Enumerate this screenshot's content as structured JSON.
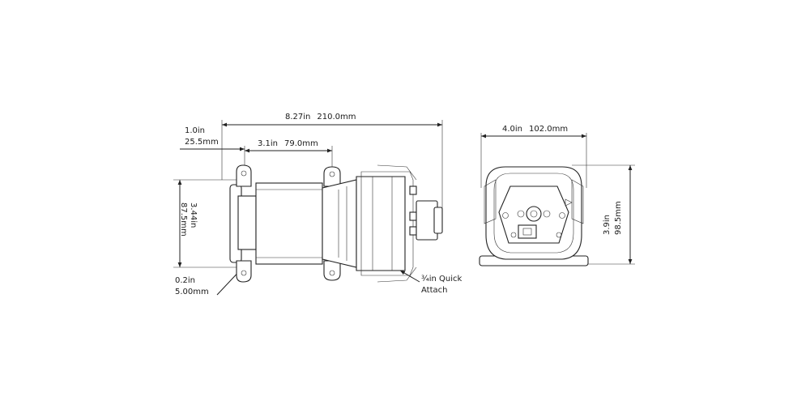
{
  "side_view": {
    "overall_length": {
      "in": "8.27in",
      "mm": "210.0mm"
    },
    "motor_offset": {
      "in": "1.0in",
      "mm": "25.5mm"
    },
    "mount_spacing": {
      "in": "3.1in",
      "mm": "79.0mm"
    },
    "height": {
      "in": "3.44in",
      "mm": "87.5mm"
    },
    "hole_diameter": {
      "in": "0.2in",
      "mm": "5.00mm"
    },
    "port_note": {
      "line1": "¾in Quick",
      "line2": "Attach"
    }
  },
  "front_view": {
    "width": {
      "in": "4.0in",
      "mm": "102.0mm"
    },
    "height": {
      "in": "3.9in",
      "mm": "98.5mm"
    }
  }
}
